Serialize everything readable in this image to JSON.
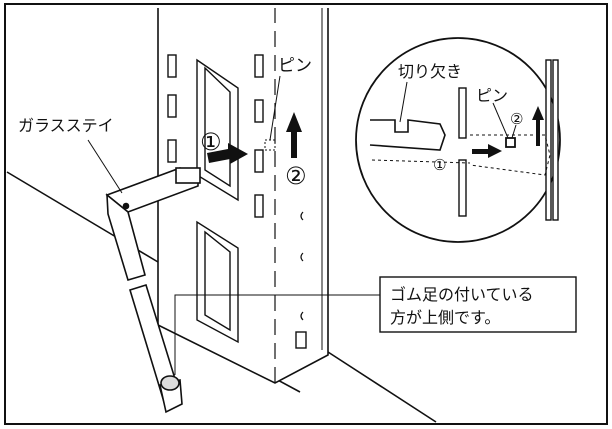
{
  "labels": {
    "glass_stay": "ガラスステイ",
    "pin_main": "ピン",
    "notch": "切り欠き",
    "pin_detail": "ピン",
    "step1": "①",
    "step2": "②",
    "step1_detail": "①",
    "step2_detail": "②",
    "callout_line1": "ゴム足の付いている",
    "callout_line2": "方が上側です。"
  }
}
